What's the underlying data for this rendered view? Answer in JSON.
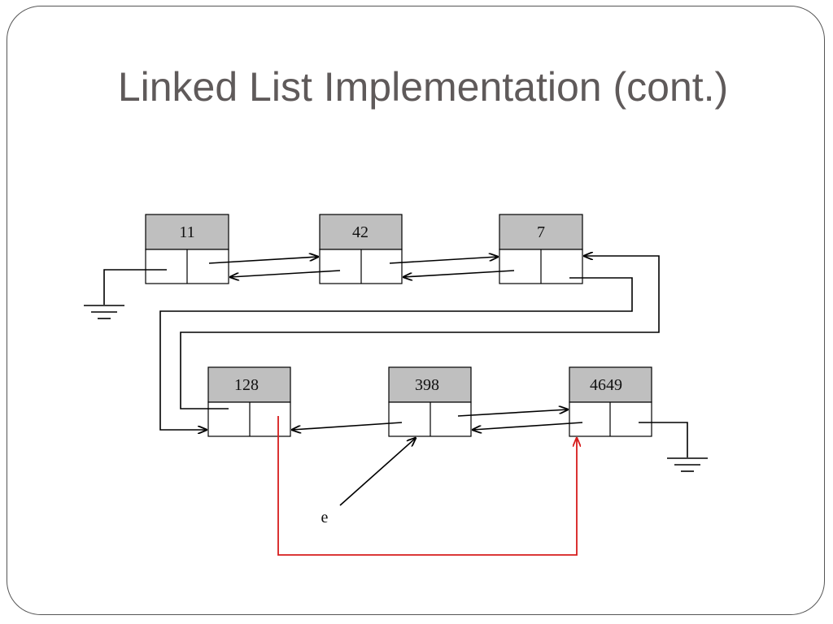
{
  "slide": {
    "title": "Linked List Implementation (cont.)"
  },
  "diagram": {
    "nodes": [
      {
        "id": "n11",
        "value": "11"
      },
      {
        "id": "n42",
        "value": "42"
      },
      {
        "id": "n7",
        "value": "7"
      },
      {
        "id": "n128",
        "value": "128"
      },
      {
        "id": "n398",
        "value": "398"
      },
      {
        "id": "n4649",
        "value": "4649"
      }
    ],
    "pointer_label": "e",
    "colors": {
      "node_header": "#bfbfbf",
      "line": "#000000",
      "highlight_link": "#d61c1c"
    }
  }
}
